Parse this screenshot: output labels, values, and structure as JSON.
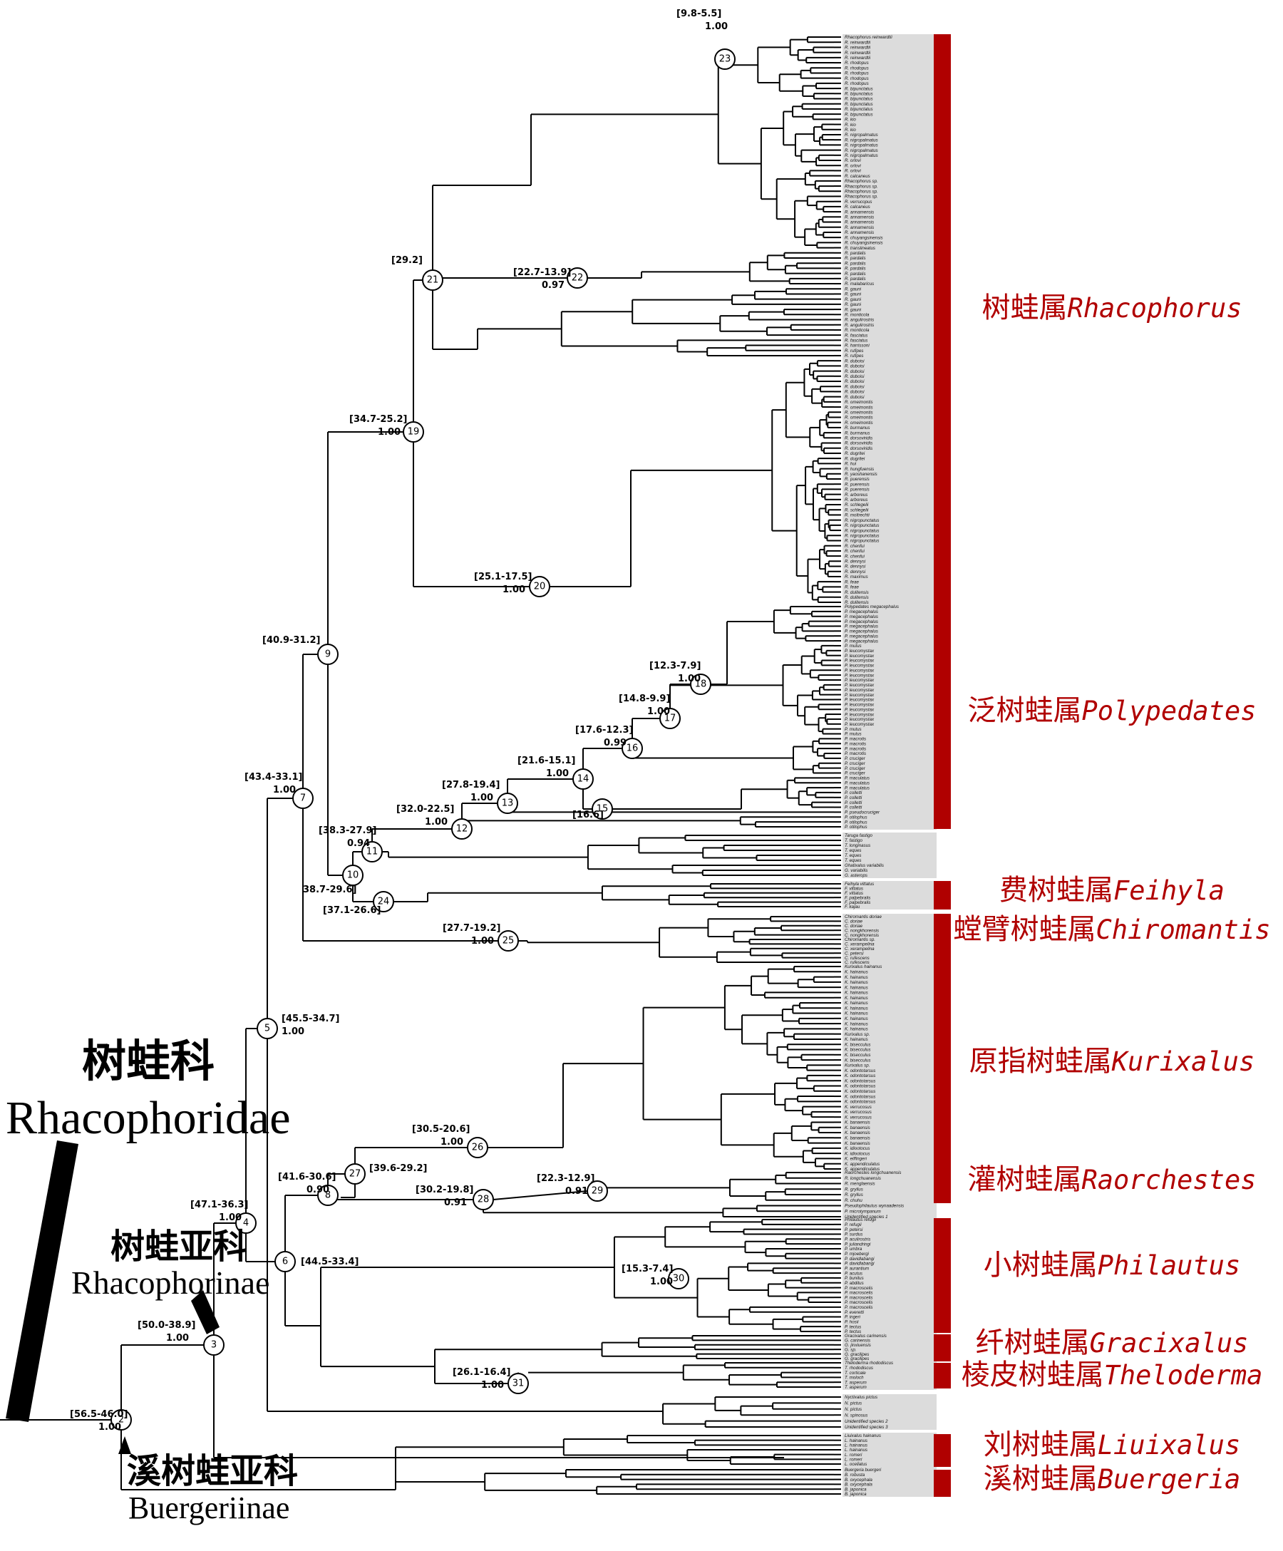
{
  "families": [
    {
      "cn": "树蛙科",
      "latin": "Rhacophoridae"
    },
    {
      "cn": "树蛙亚科",
      "latin": "Rhacophorinae"
    },
    {
      "cn": "溪树蛙亚科",
      "latin": "Buergeriinae"
    }
  ],
  "genera": [
    {
      "cn": "树蛙属",
      "latin": "Rhacophorus"
    },
    {
      "cn": "泛树蛙属",
      "latin": "Polypedates"
    },
    {
      "cn": "费树蛙属",
      "latin": "Feihyla"
    },
    {
      "cn": "螳臂树蛙属",
      "latin": "Chiromantis"
    },
    {
      "cn": "原指树蛙属",
      "latin": "Kurixalus"
    },
    {
      "cn": "灌树蛙属",
      "latin": "Raorchestes"
    },
    {
      "cn": "小树蛙属",
      "latin": "Philautus"
    },
    {
      "cn": "纤树蛙属",
      "latin": "Gracixalus"
    },
    {
      "cn": "棱皮树蛙属",
      "latin": "Theloderma"
    },
    {
      "cn": "刘树蛙属",
      "latin": "Liuixalus"
    },
    {
      "cn": "溪树蛙属",
      "latin": "Buergeria"
    }
  ],
  "nodes": [
    {
      "id": "2",
      "range": "[56.5-46.0]",
      "support": "1.00"
    },
    {
      "id": "3",
      "range": "[50.0-38.9]",
      "support": "1.00"
    },
    {
      "id": "4",
      "range": "[47.1-36.3]",
      "support": "1.00"
    },
    {
      "id": "5",
      "range": "[45.5-34.7]",
      "support": "1.00"
    },
    {
      "id": "6",
      "range": "[44.5-33.4]",
      "support": ""
    },
    {
      "id": "7",
      "range": "[43.4-33.1]",
      "support": "1.00"
    },
    {
      "id": "8",
      "range": "[41.6-30.6]",
      "support": "0.90"
    },
    {
      "id": "9",
      "range": "[40.9-31.2]",
      "support": ""
    },
    {
      "id": "10",
      "range": "38.7-29.6]",
      "support": ""
    },
    {
      "id": "11",
      "range": "[38.3-27.9]",
      "support": "0.94"
    },
    {
      "id": "12",
      "range": "[32.0-22.5]",
      "support": "1.00"
    },
    {
      "id": "13",
      "range": "[27.8-19.4]",
      "support": "1.00"
    },
    {
      "id": "14",
      "range": "[21.6-15.1]",
      "support": "1.00"
    },
    {
      "id": "15",
      "range": "[16.6]",
      "support": ""
    },
    {
      "id": "16",
      "range": "[17.6-12.3]",
      "support": "0.99"
    },
    {
      "id": "17",
      "range": "[14.8-9.9]",
      "support": "1.00"
    },
    {
      "id": "18",
      "range": "[12.3-7.9]",
      "support": "1.00"
    },
    {
      "id": "19",
      "range": "[34.7-25.2]",
      "support": "1.00"
    },
    {
      "id": "20",
      "range": "[25.1-17.5]",
      "support": "1.00"
    },
    {
      "id": "21",
      "range": "[29.2]",
      "support": ""
    },
    {
      "id": "22",
      "range": "[22.7-13.9]",
      "support": "0.97"
    },
    {
      "id": "23",
      "range": "[9.8-5.5]",
      "support": "1.00"
    },
    {
      "id": "24",
      "range": "[37.1-26.6]",
      "support": ""
    },
    {
      "id": "25",
      "range": "[27.7-19.2]",
      "support": "1.00"
    },
    {
      "id": "26",
      "range": "[30.5-20.6]",
      "support": "1.00"
    },
    {
      "id": "27",
      "range": "[39.6-29.2]",
      "support": ""
    },
    {
      "id": "28",
      "range": "[30.2-19.8]",
      "support": "0.91"
    },
    {
      "id": "29",
      "range": "[22.3-12.9]",
      "support": "0.91"
    },
    {
      "id": "30",
      "range": "[15.3-7.4]",
      "support": "1.00"
    },
    {
      "id": "31",
      "range": "[26.1-16.4]",
      "support": "1.00"
    }
  ],
  "tips": {
    "rhacophorus": [
      "Rhacophorus reinwardtii",
      "R. reinwardtii",
      "R. reinwardtii",
      "R. reinwardtii",
      "R. reinwardtii",
      "R. rhodopus",
      "R. rhodopus",
      "R. rhodopus",
      "R. rhodopus",
      "R. rhodopus",
      "R. bipunctatus",
      "R. bipunctatus",
      "R. bipunctatus",
      "R. bipunctatus",
      "R. bipunctatus",
      "R. bipunctatus",
      "R. kio",
      "R. kio",
      "R. kio",
      "R. nigropalmatus",
      "R. nigropalmatus",
      "R. nigropalmatus",
      "R. nigropalmatus",
      "R. nigropalmatus",
      "R. orlovi",
      "R. orlovi",
      "R. orlovi",
      "R. calcaneus",
      "Rhacophorus sp.",
      "Rhacophorus sp.",
      "Rhacophorus sp.",
      "Rhacophorus sp.",
      "R. verrucopus",
      "R. calcaneus",
      "R. annamensis",
      "R. annamensis",
      "R. annamensis",
      "R. annamensis",
      "R. annamensis",
      "R. chuyangsinensis",
      "R. chuyangsinensis",
      "R. translineatus",
      "R. pardalis",
      "R. pardalis",
      "R. pardalis",
      "R. pardalis",
      "R. pardalis",
      "R. pardalis",
      "R. malabaricus",
      "R. gauni",
      "R. gauni",
      "R. gauni",
      "R. gauni",
      "R. gauni",
      "R. monticola",
      "R. angulirostris",
      "R. angulirostris",
      "R. monticola",
      "R. fasciatus",
      "R. fasciatus",
      "R. harrissoni",
      "R. rufipes",
      "R. rufipes",
      "R. duboisi",
      "R. duboisi",
      "R. duboisi",
      "R. duboisi",
      "R. duboisi",
      "R. duboisi",
      "R. duboisi",
      "R. duboisi",
      "R. omeimontis",
      "R. omeimontis",
      "R. omeimontis",
      "R. omeimontis",
      "R. omeimontis",
      "R. burmanus",
      "R. burmanus",
      "R. dorsoviridis",
      "R. dorsoviridis",
      "R. dorsoviridis",
      "R. dugritei",
      "R. dugritei",
      "R. hui",
      "R. hungfuensis",
      "R. yaoshanensis",
      "R. puerensis",
      "R. puerensis",
      "R. puerensis",
      "R. arboreus",
      "R. arboreus",
      "R. schlegelii",
      "R. schlegelii",
      "R. moltrechti",
      "R. nigropunctatus",
      "R. nigropunctatus",
      "R. nigropunctatus",
      "R. nigropunctatus",
      "R. nigropunctatus",
      "R. chenfui",
      "R. chenfui",
      "R. chenfui",
      "R. dennysi",
      "R. dennysi",
      "R. dennysi",
      "R. maximus",
      "R. feae",
      "R. feae",
      "R. dulitensis",
      "R. dulitensis",
      "R. dulitensis"
    ],
    "polypedates": [
      "Polypedates megacephalus",
      "P. megacephalus",
      "P. megacephalus",
      "P. megacephalus",
      "P. megacephalus",
      "P. megacephalus",
      "P. megacephalus",
      "P. megacephalus",
      "P. mutus",
      "P. leucomystax",
      "P. leucomystax",
      "P. leucomystax",
      "P. leucomystax",
      "P. leucomystax",
      "P. leucomystax",
      "P. leucomystax",
      "P. leucomystax",
      "P. leucomystax",
      "P. leucomystax",
      "P. leucomystax",
      "P. leucomystax",
      "P. leucomystax",
      "P. leucomystax",
      "P. leucomystax",
      "P. leucomystax",
      "P. mutus",
      "P. mutus",
      "P. macrotis",
      "P. macrotis",
      "P. macrotis",
      "P. macrotis",
      "P. cruciger",
      "P. cruciger",
      "P. cruciger",
      "P. cruciger",
      "P. maculatus",
      "P. maculatus",
      "P. maculatus",
      "P. colletti",
      "P. colletti",
      "P. colletti",
      "P. colletti",
      "P. pseudocruciger",
      "P. otilophus",
      "P. otilophus",
      "P. otilophus"
    ],
    "taruga": [
      "Taruga fastigo",
      "T. fastigo",
      "T. longinasus",
      "T. eques",
      "T. eques",
      "T. eques",
      "Ghatixalus variabilis",
      "G. variabilis",
      "G. asterops"
    ],
    "feihyla": [
      "Feihyla vittatus",
      "F. vittatus",
      "F. vittatus",
      "F. palpebralis",
      "F. palpebralis",
      "F. kajau"
    ],
    "chiromantis": [
      "Chiromantis doriae",
      "C. doriae",
      "C. doriae",
      "C. nongkhorensis",
      "C. nongkhorensis",
      "Chiromantis sp.",
      "C. xerampelina",
      "C. xerampelina",
      "C. petersi",
      "C. rufescens",
      "C. rufescens"
    ],
    "kurixalus": [
      "Kurixalus hainanus",
      "K. hainanus",
      "K. hainanus",
      "K. hainanus",
      "K. hainanus",
      "K. hainanus",
      "K. hainanus",
      "K. hainanus",
      "K. hainanus",
      "K. hainanus",
      "K. hainanus",
      "K. hainanus",
      "K. hainanus",
      "Kurixalus sp.",
      "K. hainanus",
      "K. bisecculus",
      "K. bisecculus",
      "K. bisecculus",
      "K. bisecculus",
      "Kurixalus sp.",
      "K. odontotarsus",
      "K. odontotarsus",
      "K. odontotarsus",
      "K. odontotarsus",
      "K. odontotarsus",
      "K. odontotarsus",
      "K. odontotarsus",
      "K. verrucosus",
      "K. verrucosus",
      "K. verrucosus",
      "K. banaensis",
      "K. banaensis",
      "K. banaensis",
      "K. banaensis",
      "K. banaensis",
      "K. idiootocus",
      "K. idiootocus",
      "K. eiffingeri",
      "K. appendiculatus",
      "K. appendiculatus"
    ],
    "raorchestes": [
      "Raorchestes longchuanensis",
      "R. longchuanensis",
      "R. menglaensis",
      "R. gryllus",
      "R. gryllus",
      "R. chuhu",
      "Pseudophilautus wynaadensis",
      "P. microtympanum",
      "Unidentified species 1"
    ],
    "philautus": [
      "Philautus refugii",
      "P. refugii",
      "P. petersi",
      "P. surdus",
      "P. aculirostris",
      "P. juliandringi",
      "P. umbra",
      "P. mjoebergi",
      "P. davidlabangi",
      "P. davidlabangi",
      "P. aurantium",
      "P. acutus",
      "P. bunitus",
      "P. abditus",
      "P. macroscelis",
      "P. macroscelis",
      "P. macroscelis",
      "P. macroscelis",
      "P. macroscelis",
      "P. everetti",
      "P. ingeri",
      "P. hosii",
      "P. tectus",
      "P. tectus"
    ],
    "gracixalus": [
      "Gracixalus carinensis",
      "G. carinensis",
      "G. jinxiuensis",
      "G. sp.",
      "G. gracilipes",
      "G. gracilipes"
    ],
    "theloderma": [
      "Theloderma rhododiscus",
      "T. rhododiscus",
      "T. corticale",
      "T. moloch",
      "T. asperum",
      "T. asperum"
    ],
    "nyctixalus": [
      "Nyctixalus pictus",
      "N. pictus",
      "N. pictus",
      "N. spinosus",
      "Unidentified species 2",
      "Unidentified species 3"
    ],
    "liuixalus": [
      "Liuixalus hainanus",
      "L. hainanus",
      "L. hainanus",
      "L. hainanus",
      "L. romeri",
      "L. romeri",
      "L. ocellatus"
    ],
    "buergeria": [
      "Buergeria buergeri",
      "B. robusta",
      "B. oxycephala",
      "B. oxycephala",
      "B. japonica",
      "B. japonica"
    ]
  },
  "colors": {
    "genus_bar": "#b00000",
    "genus_text": "#b00000",
    "tip_band": "#dcdcdc",
    "tree": "#000000"
  }
}
